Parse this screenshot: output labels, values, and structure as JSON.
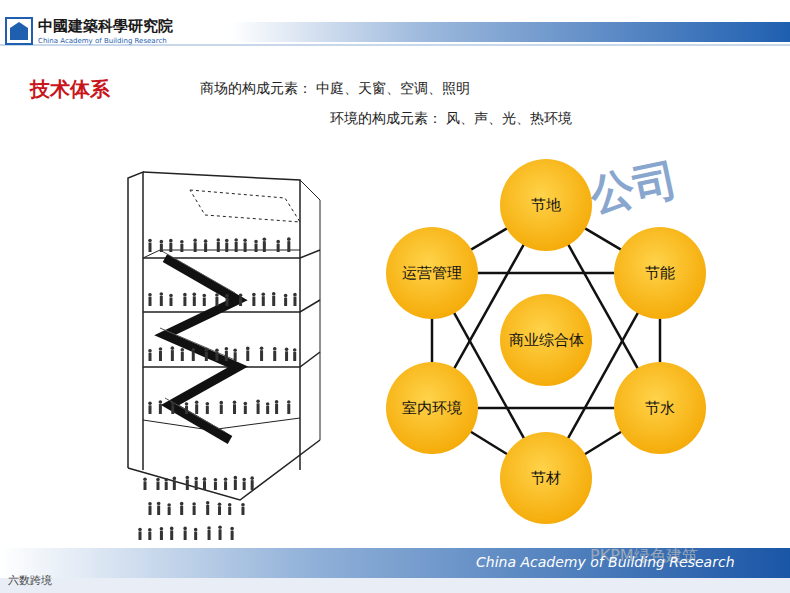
{
  "diagram": {
    "title": "技术体系",
    "nodes": [
      {
        "text": [
          "节地"
        ]
      },
      {
        "text": [
          "运营管理"
        ]
      },
      {
        "text": [
          "节能"
        ]
      },
      {
        "text": [
          "商业综合体"
        ]
      },
      {
        "text": [
          "室内环境"
        ]
      },
      {
        "text": [
          "节水"
        ]
      },
      {
        "text": [
          "节材"
        ]
      }
    ],
    "edges": [
      {
        "from": 0,
        "to": 2,
        "arrow": "none"
      },
      {
        "from": 2,
        "to": 5,
        "arrow": "none"
      },
      {
        "from": 5,
        "to": 6,
        "arrow": "none"
      },
      {
        "from": 6,
        "to": 4,
        "arrow": "none"
      },
      {
        "from": 4,
        "to": 1,
        "arrow": "none"
      },
      {
        "from": 1,
        "to": 0,
        "arrow": "none"
      },
      {
        "from": 0,
        "to": 4,
        "arrow": "none"
      },
      {
        "from": 4,
        "to": 5,
        "arrow": "none"
      },
      {
        "from": 5,
        "to": 0,
        "arrow": "none"
      },
      {
        "from": 1,
        "to": 2,
        "arrow": "none"
      },
      {
        "from": 2,
        "to": 6,
        "arrow": "none"
      },
      {
        "from": 6,
        "to": 1,
        "arrow": "none"
      }
    ],
    "labels": [
      "中國建築科學研究院",
      "China Academy of Building Research",
      "商场的构成元素： 中庭、天窗、空调、照明",
      "环境的构成元素： 风、声、光、热环境",
      "公司",
      "PKPM绿色建筑",
      "China Academy of Building Research",
      "六数跨境"
    ]
  }
}
